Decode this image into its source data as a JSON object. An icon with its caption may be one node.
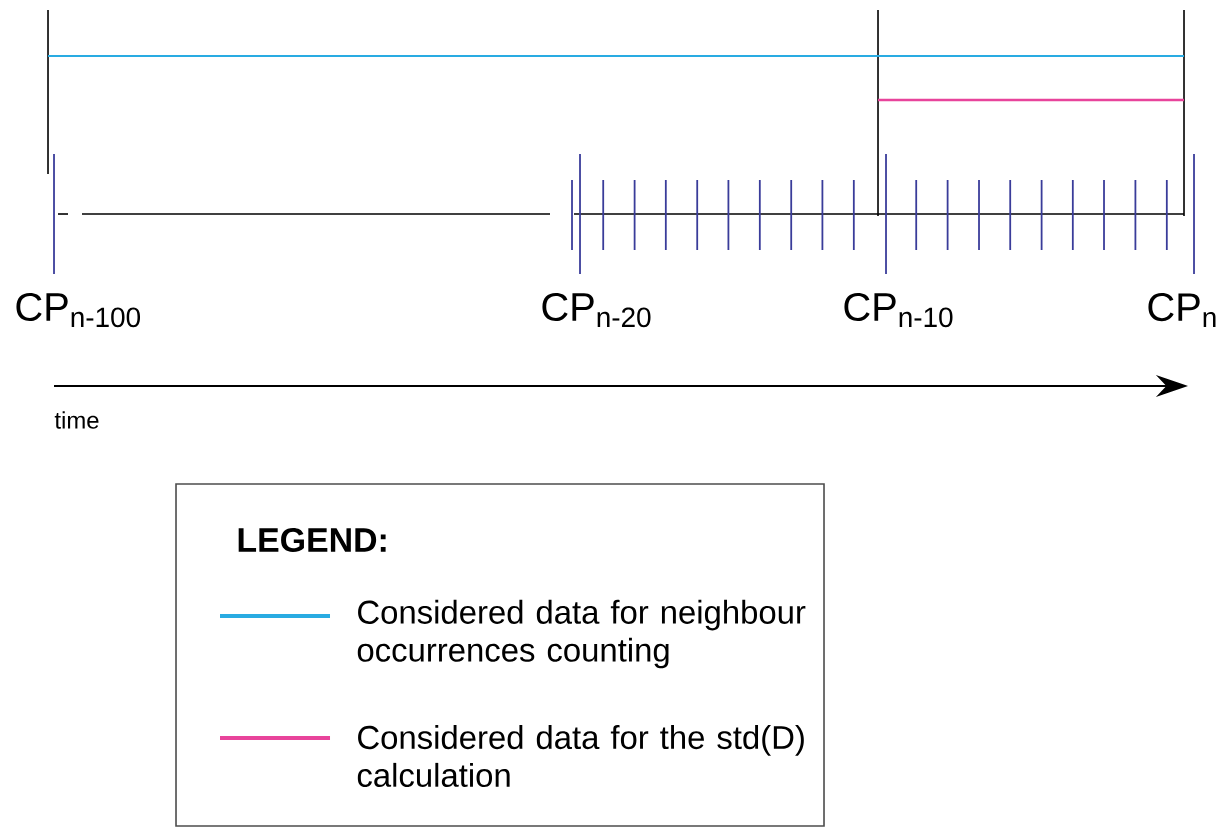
{
  "diagram": {
    "labels": [
      "CP$_{n-100}$",
      "CP$_{n-20}$",
      "CP$_{n-10}$",
      "CP$_{n}$",
      "time",
      "LEGEND:"
    ],
    "legend": [
      {
        "text": "Considered data for neighbour occurrences counting",
        "color": "#29abe2"
      },
      {
        "text": "Considered data for the std(D) calculation",
        "color": "#e8449b"
      }
    ]
  }
}
